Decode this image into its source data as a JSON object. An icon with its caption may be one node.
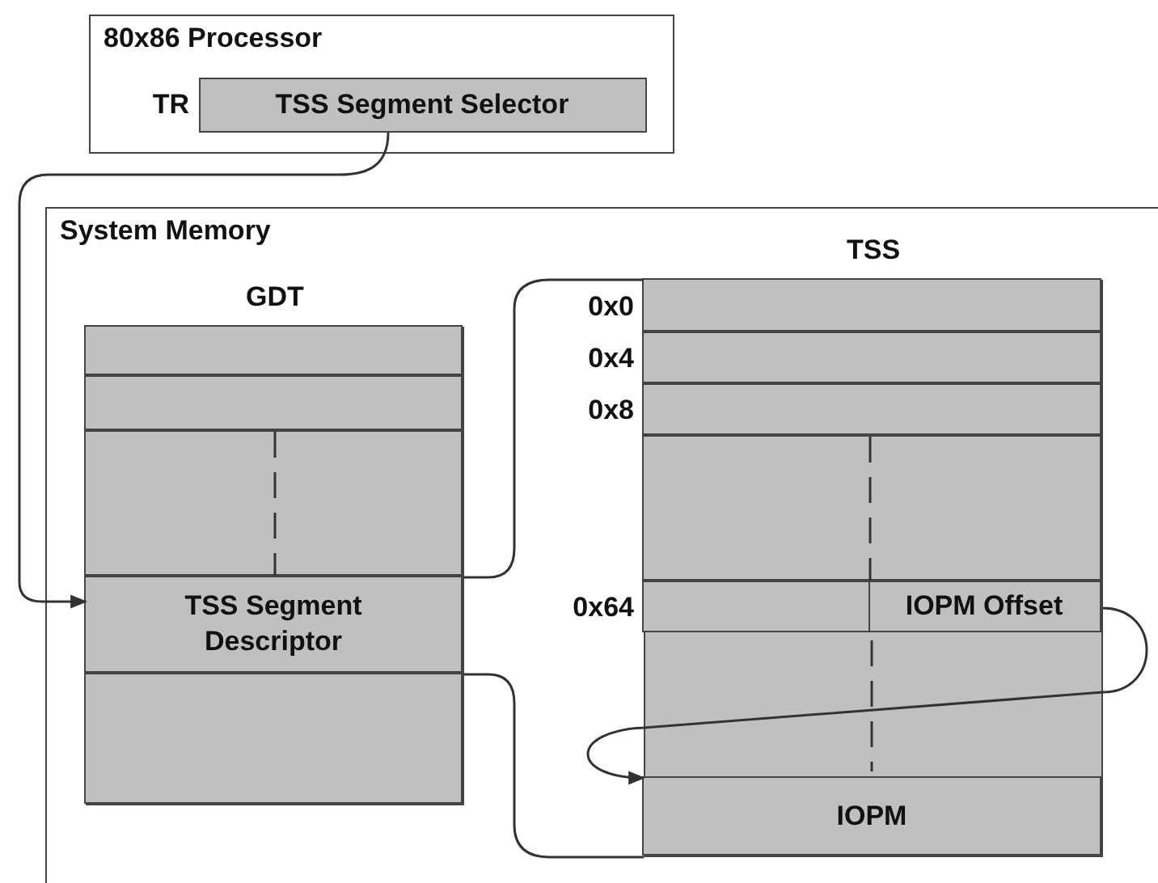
{
  "diagram": {
    "nodes": [
      {
        "text": [
          "80x86 Processor"
        ]
      },
      {
        "text": [
          "TSS Segment Selector"
        ],
        "in": 0,
        "beside": [
          "TR"
        ]
      },
      {
        "text": [
          "System Memory"
        ]
      },
      {
        "text": [
          "GDT"
        ],
        "in": 2
      },
      {
        "text": [],
        "shape": "box",
        "in": 3
      },
      {
        "text": [],
        "shape": "box",
        "in": 3
      },
      {
        "text": [],
        "shape": "box",
        "in": 3
      },
      {
        "text": [
          "TSS Segment Descriptor"
        ],
        "in": 3
      },
      {
        "text": [],
        "shape": "box",
        "in": 3
      },
      {
        "text": [
          "TSS"
        ],
        "in": 2
      },
      {
        "text": [],
        "shape": "box",
        "in": 9,
        "beside": [
          "0x0"
        ]
      },
      {
        "text": [],
        "shape": "box",
        "in": 9,
        "beside": [
          "0x4"
        ]
      },
      {
        "text": [],
        "shape": "box",
        "in": 9,
        "beside": [
          "0x8"
        ]
      },
      {
        "text": [],
        "shape": "box",
        "in": 9
      },
      {
        "text": [],
        "shape": "box",
        "in": 9,
        "beside": [
          "0x64"
        ]
      },
      {
        "text": [
          "IOPM Offset"
        ],
        "in": 14
      },
      {
        "text": [
          "IOPM"
        ],
        "in": 9
      }
    ],
    "edges": [
      {
        "from": 1,
        "to": 7,
        "arrow": "to"
      },
      {
        "from": 7,
        "to": 9,
        "arrow": "none"
      },
      {
        "from": 7,
        "to": 9,
        "arrow": "none"
      },
      {
        "from": 15,
        "to": 16,
        "arrow": "to"
      }
    ]
  }
}
